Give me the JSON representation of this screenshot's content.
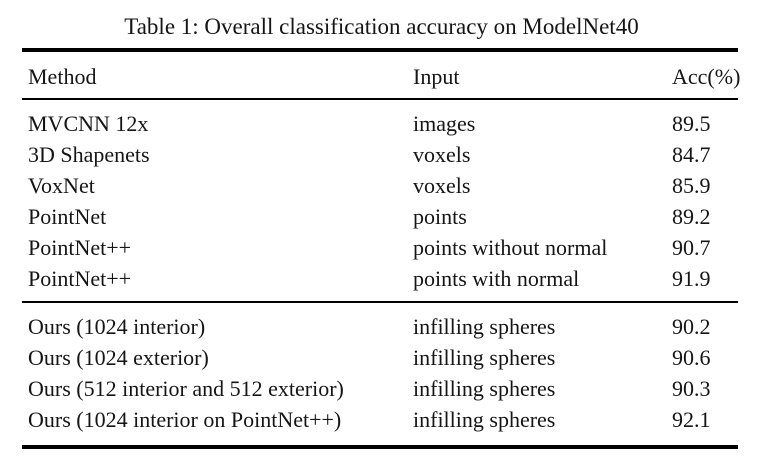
{
  "table": {
    "title": "Table 1: Overall classification accuracy on ModelNet40",
    "columns": {
      "method": "Method",
      "input": "Input",
      "acc": "Acc(%)"
    },
    "colors": {
      "text": "#151515",
      "rule": "#000000",
      "background": "#ffffff"
    },
    "groups": [
      {
        "name": "prior-methods",
        "rows": [
          {
            "method": "MVCNN 12x",
            "input": "images",
            "acc": "89.5"
          },
          {
            "method": "3D Shapenets",
            "input": "voxels",
            "acc": "84.7"
          },
          {
            "method": "VoxNet",
            "input": "voxels",
            "acc": "85.9"
          },
          {
            "method": "PointNet",
            "input": "points",
            "acc": "89.2"
          },
          {
            "method": "PointNet++",
            "input": "points without normal",
            "acc": "90.7"
          },
          {
            "method": "PointNet++",
            "input": "points with normal",
            "acc": "91.9"
          }
        ]
      },
      {
        "name": "ours-methods",
        "rows": [
          {
            "method": "Ours (1024 interior)",
            "input": "infilling spheres",
            "acc": "90.2"
          },
          {
            "method": "Ours (1024 exterior)",
            "input": "infilling spheres",
            "acc": "90.6"
          },
          {
            "method": "Ours (512 interior and 512 exterior)",
            "input": "infilling spheres",
            "acc": "90.3"
          },
          {
            "method": "Ours (1024 interior on PointNet++)",
            "input": "infilling spheres",
            "acc": "92.1"
          }
        ]
      }
    ]
  }
}
